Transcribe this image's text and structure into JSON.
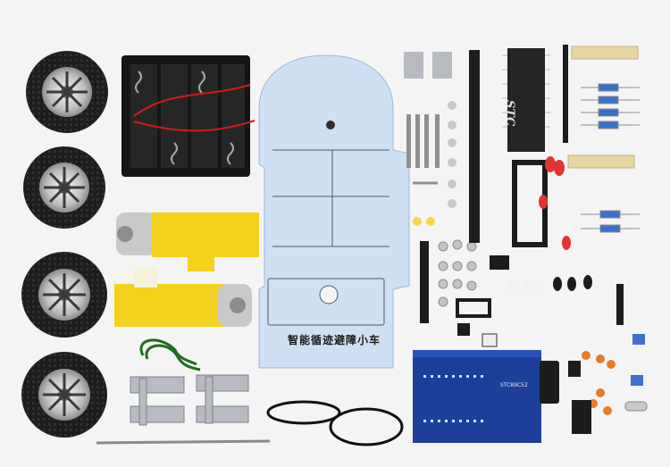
{
  "board": {
    "title": "智能循迹避障小车"
  },
  "chip": {
    "brand": "STC"
  },
  "pcb": {
    "label": "STC89C52"
  },
  "colors": {
    "chassis": "#cfe0f5",
    "pcb": "#1d3f9a",
    "motor": "#f2d21c",
    "tire": "#1a1a1a",
    "battery": "#1c1c1c"
  }
}
